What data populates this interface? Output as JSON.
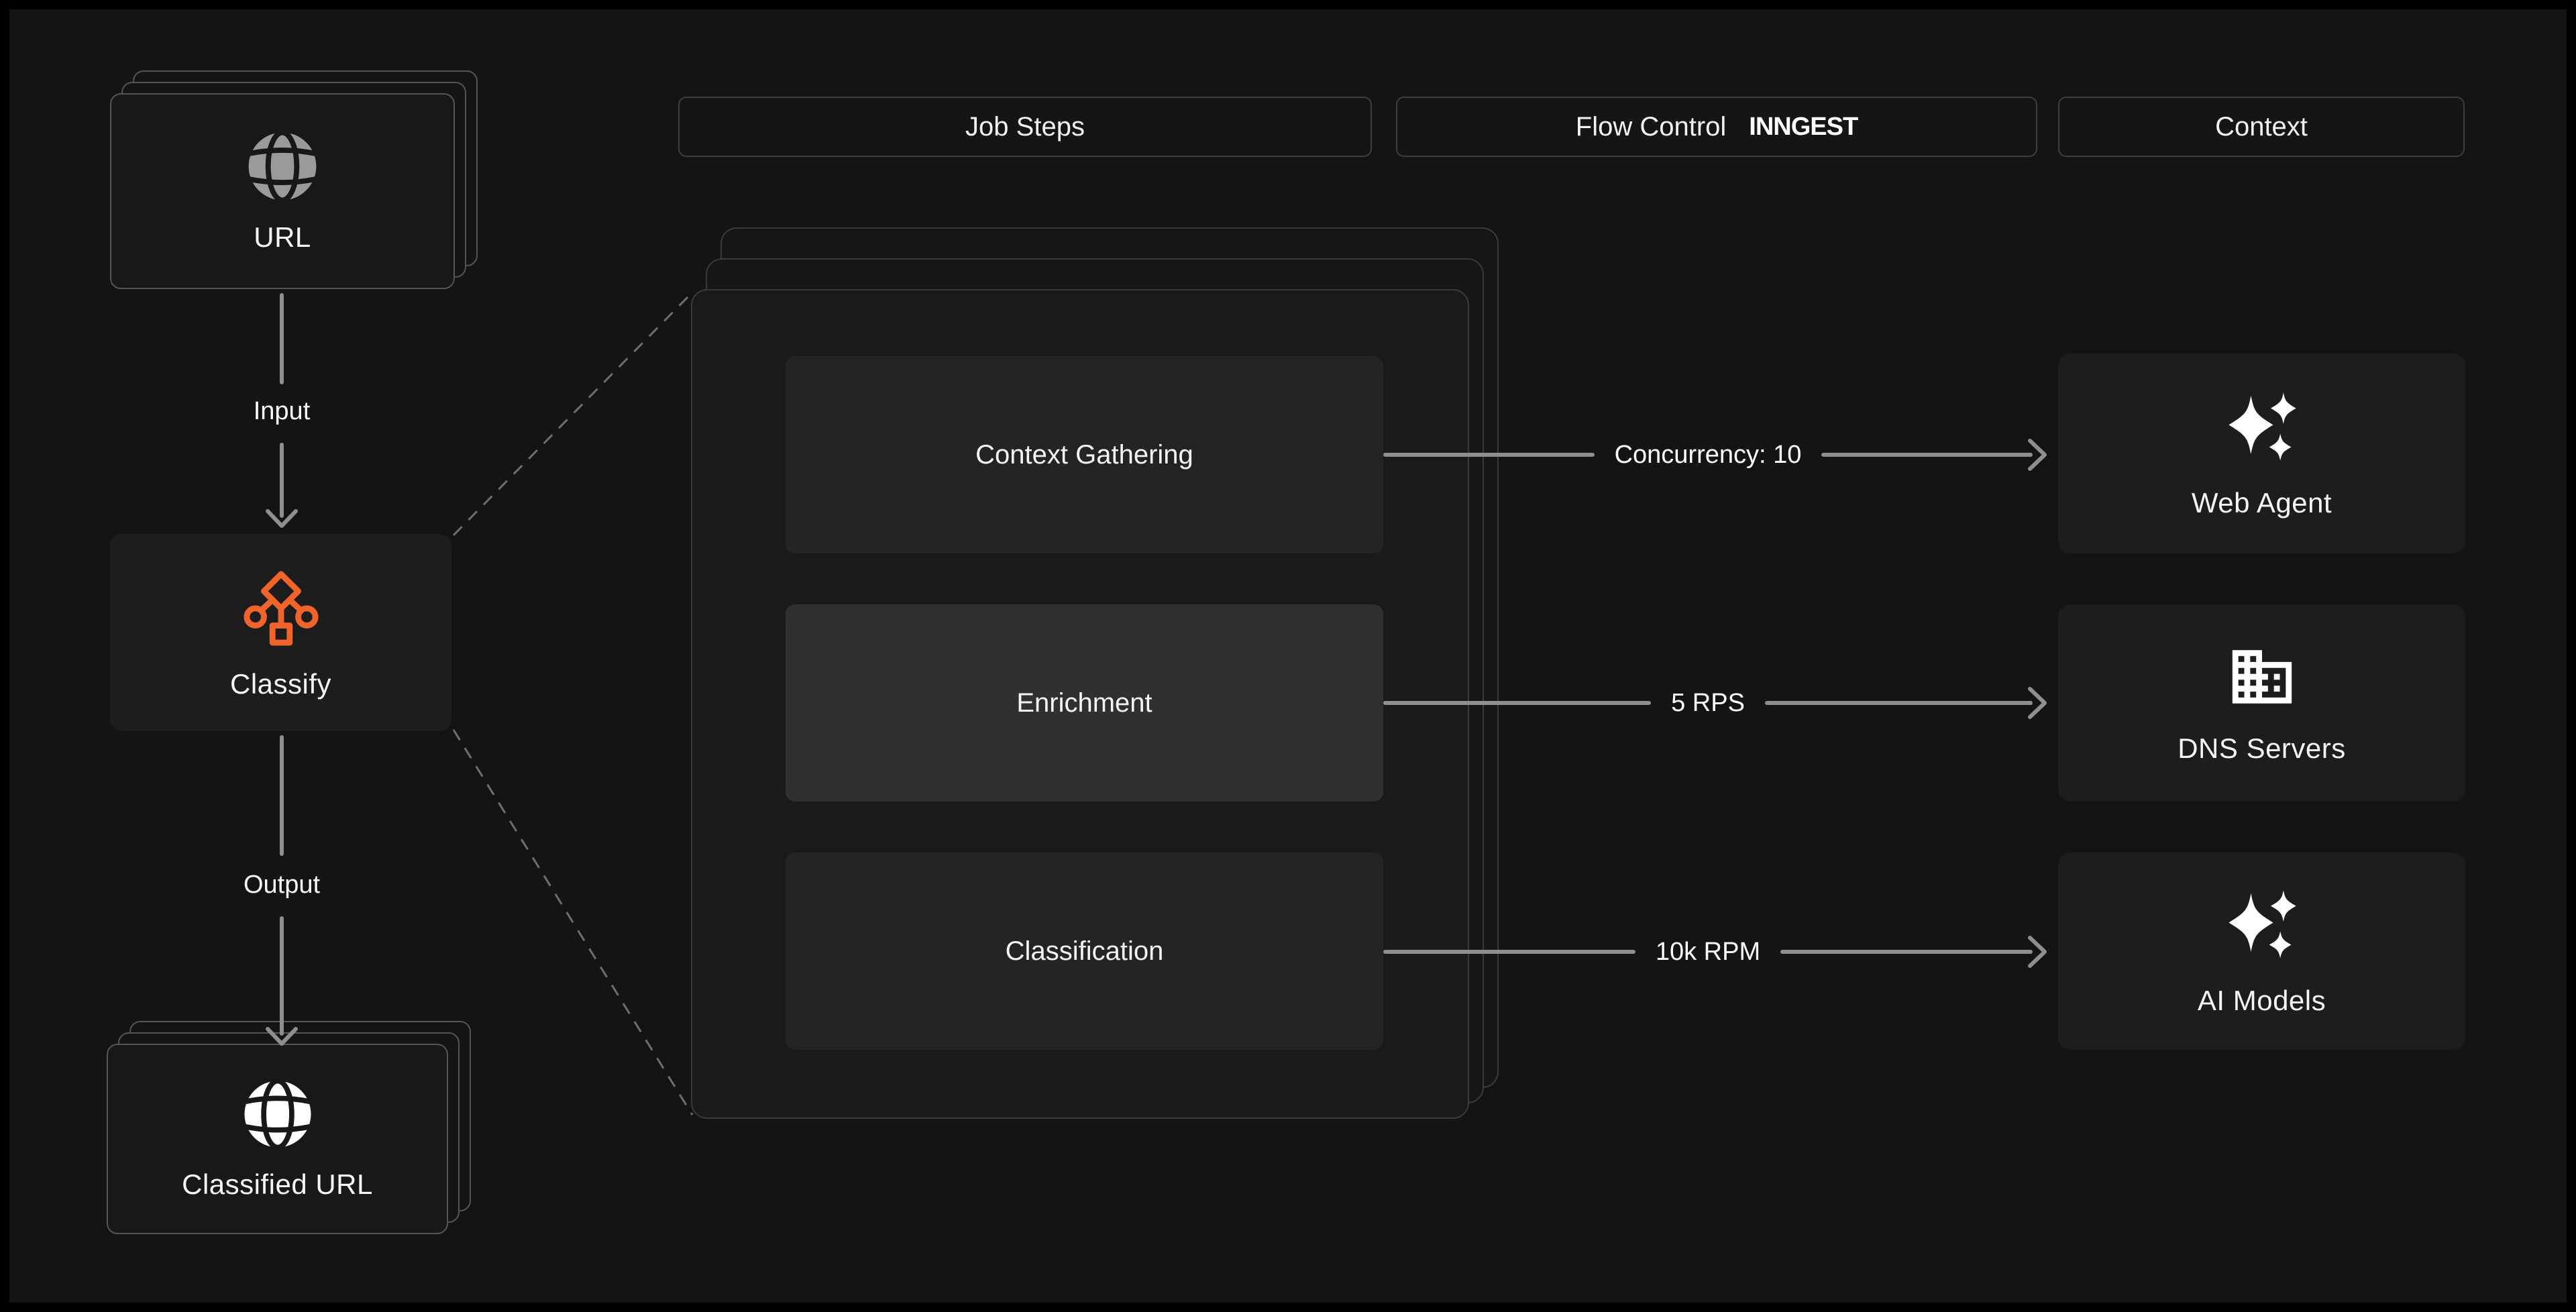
{
  "colors": {
    "accent_orange": "#F0642C",
    "line_gray": "#8F8F8F",
    "globe_gray": "#9A9A9A",
    "icon_white": "#FFFFFF"
  },
  "left_flow": {
    "url_card": {
      "label": "URL",
      "icon": "globe-icon",
      "icon_color": "#9A9A9A"
    },
    "input_label": "Input",
    "classify_card": {
      "label": "Classify",
      "icon": "workflow-classify-icon",
      "icon_color": "#F0642C"
    },
    "output_label": "Output",
    "classified_card": {
      "label": "Classified URL",
      "icon": "globe-icon",
      "icon_color": "#FFFFFF"
    }
  },
  "column_headers": {
    "job_steps": "Job Steps",
    "flow_control": "Flow Control",
    "flow_control_brand": "INNGEST",
    "context": "Context"
  },
  "job_steps": {
    "items": [
      {
        "label": "Context Gathering",
        "highlighted": false
      },
      {
        "label": "Enrichment",
        "highlighted": true
      },
      {
        "label": "Classification",
        "highlighted": false
      }
    ]
  },
  "flow_controls": {
    "items": [
      {
        "label": "Concurrency: 10"
      },
      {
        "label": "5 RPS"
      },
      {
        "label": "10k RPM"
      }
    ]
  },
  "context_targets": {
    "items": [
      {
        "label": "Web Agent",
        "icon": "sparkles-icon"
      },
      {
        "label": "DNS Servers",
        "icon": "building-icon"
      },
      {
        "label": "AI Models",
        "icon": "sparkles-icon"
      }
    ]
  }
}
